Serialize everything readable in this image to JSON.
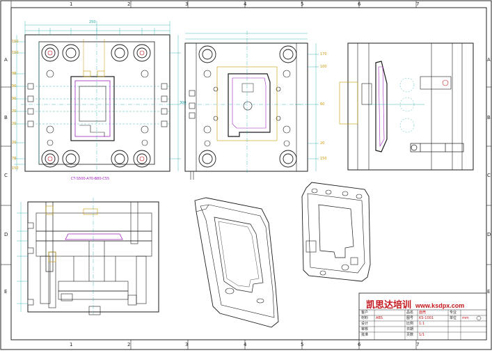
{
  "sheet": {
    "column_labels": [
      "1",
      "2",
      "3",
      "4",
      "5",
      "6",
      "7"
    ],
    "row_labels": [
      "A",
      "B",
      "C",
      "D",
      "E"
    ]
  },
  "title_block": {
    "brand_cn": "凯思达培训",
    "brand_url": "www.ksdpx.com",
    "fields": [
      {
        "label": "客户",
        "value": ""
      },
      {
        "label": "品名",
        "value": "面壳"
      },
      {
        "label": "材料",
        "value": "ABS"
      },
      {
        "label": "图号",
        "value": "KS-1001"
      },
      {
        "label": "设计",
        "value": ""
      },
      {
        "label": "比例",
        "value": "1:1"
      },
      {
        "label": "审核",
        "value": ""
      },
      {
        "label": "日期",
        "value": ""
      },
      {
        "label": "批准",
        "value": ""
      },
      {
        "label": "页数",
        "value": "1/1"
      },
      {
        "label": "专业",
        "value": ""
      },
      {
        "label": "单位",
        "value": "mm"
      }
    ]
  },
  "dimensions": {
    "top_width": "250",
    "side_height": "300",
    "left_top": [
      "150",
      "150",
      "98",
      "90",
      "90",
      "20",
      "20",
      "20",
      "78",
      "150"
    ],
    "right_side": [
      "170",
      "100",
      "60",
      "20",
      "150"
    ]
  },
  "view_caption": "CT-S500-A70-B80-C55",
  "accent_colors": {
    "outline": "#1a1a1a",
    "dimension": "#1aa3a3",
    "annotation": "#c99600",
    "cavity": "#a020c0",
    "mark": "#c4161c"
  }
}
